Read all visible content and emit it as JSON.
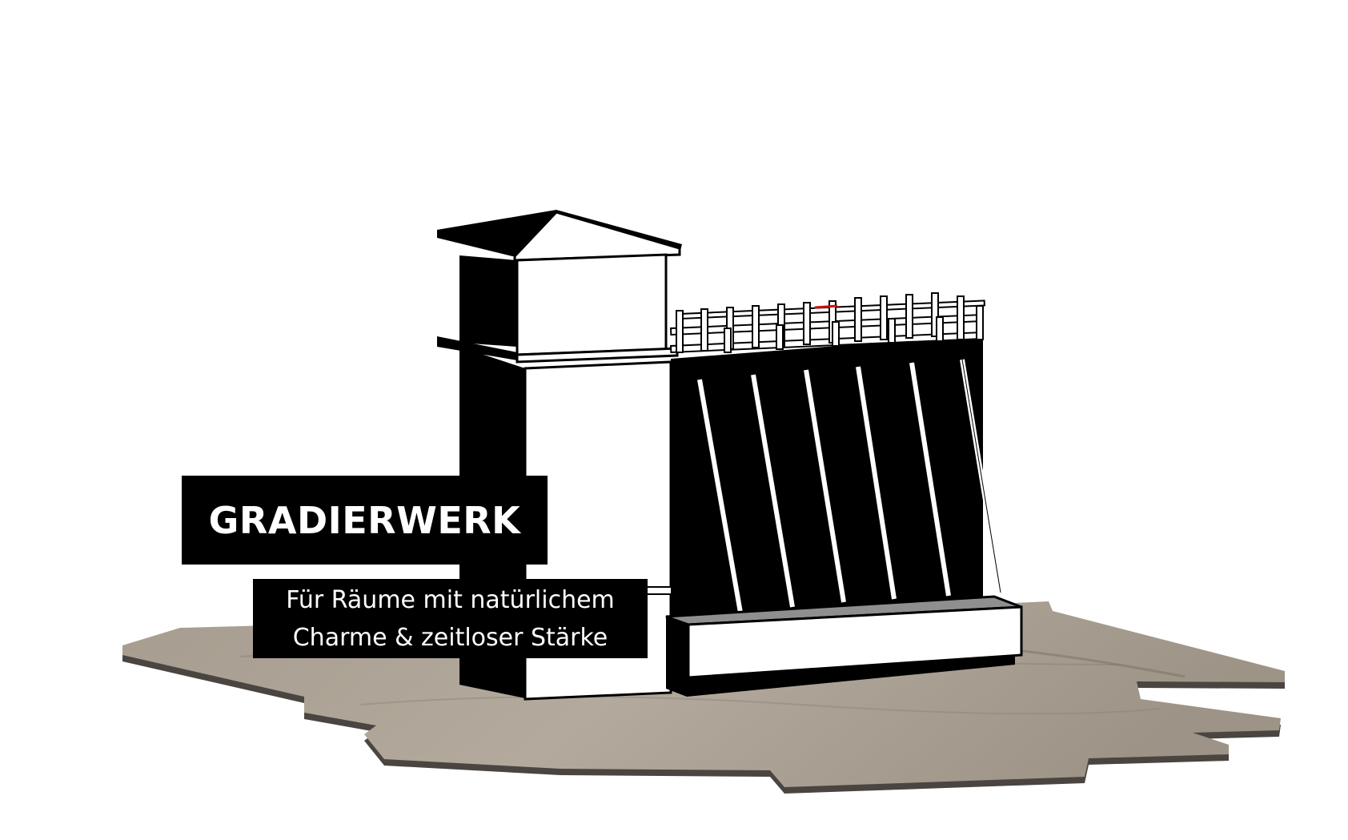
{
  "label": {
    "title": "GRADIERWERK",
    "subtitle_line1": "Für Räume mit natürlichem",
    "subtitle_line2": "Charme & zeitloser Stärke"
  },
  "colors": {
    "background": "#ffffff",
    "floor": "#a89e92",
    "floor_shadow": "#4a4541",
    "structure_dark": "#000000",
    "structure_light": "#ffffff",
    "base_top": "#8f8f8f",
    "accent_red": "#d01010"
  }
}
